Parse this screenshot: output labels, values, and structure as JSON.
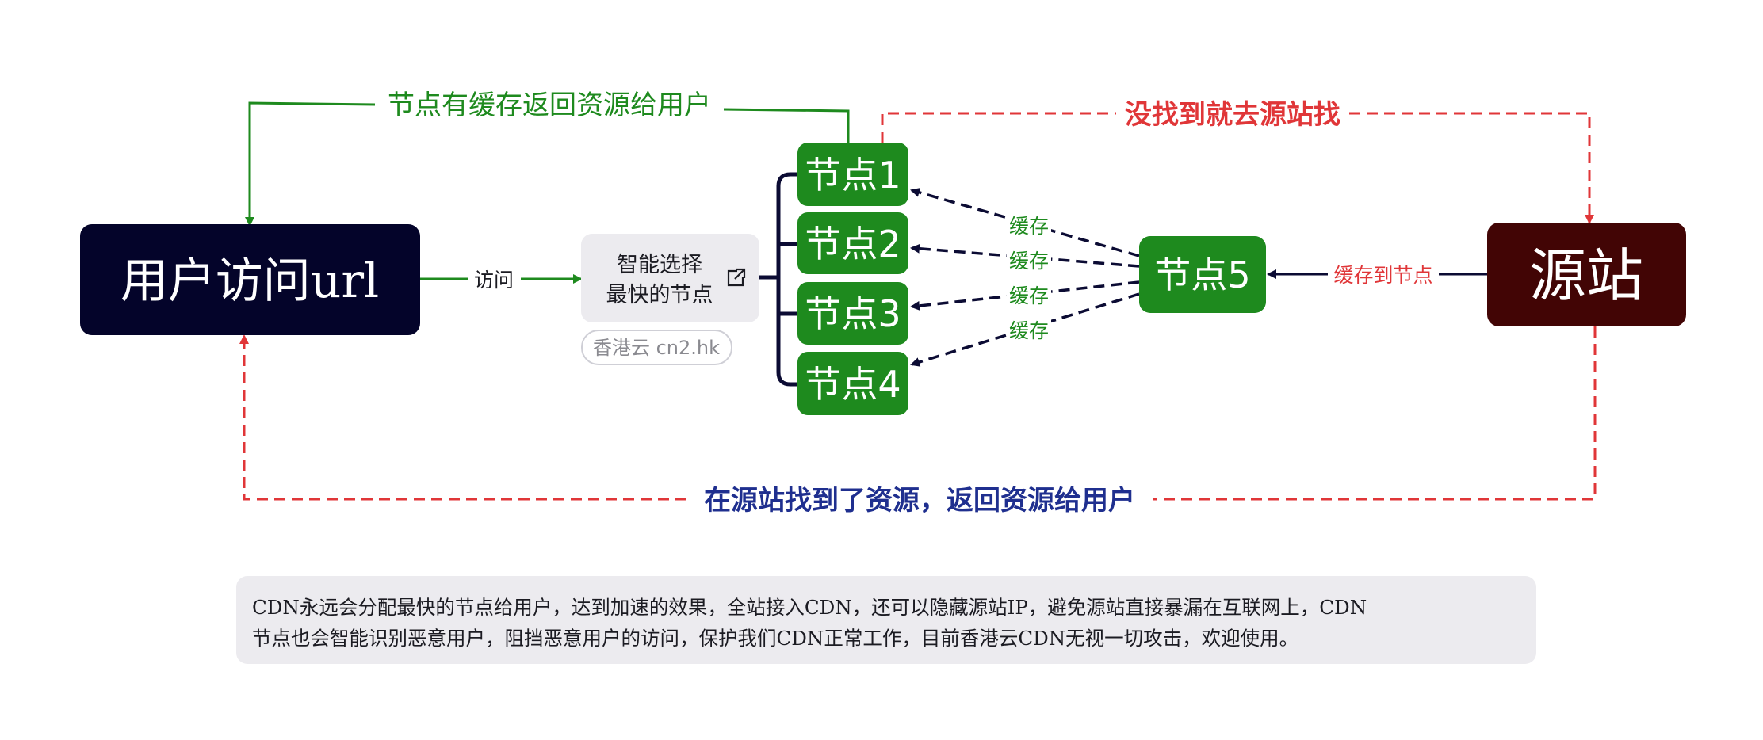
{
  "nodes": {
    "user": "用户访问url",
    "smart_select_line1": "智能选择",
    "smart_select_line2": "最快的节点",
    "smart_select_tag": "香港云 cn2.hk",
    "node1": "节点1",
    "node2": "节点2",
    "node3": "节点3",
    "node4": "节点4",
    "node5": "节点5",
    "origin": "源站"
  },
  "edges": {
    "visit": "访问",
    "cache_hit": "节点有缓存返回资源给用户",
    "cache_miss": "没找到就去源站找",
    "origin_return": "在源站找到了资源，返回资源给用户",
    "cache_to_node": "缓存到节点",
    "cache_labels": [
      "缓存",
      "缓存",
      "缓存",
      "缓存"
    ]
  },
  "description": {
    "line1": "CDN永远会分配最快的节点给用户，达到加速的效果，全站接入CDN，还可以隐藏源站IP，避免源站直接暴漏在互联网上，CDN",
    "line2": "节点也会智能识别恶意用户，阻挡恶意用户的访问，保护我们CDN正常工作，目前香港云CDN无视一切攻击，欢迎使用。"
  },
  "colors": {
    "user_box": "#04042a",
    "node_green": "#1e8a1e",
    "origin_box": "#420505",
    "red_dashed": "#e03638",
    "green_edge": "#1e8a1e",
    "navy_text": "#1f2f8f",
    "smart_box": "#ecebef"
  }
}
